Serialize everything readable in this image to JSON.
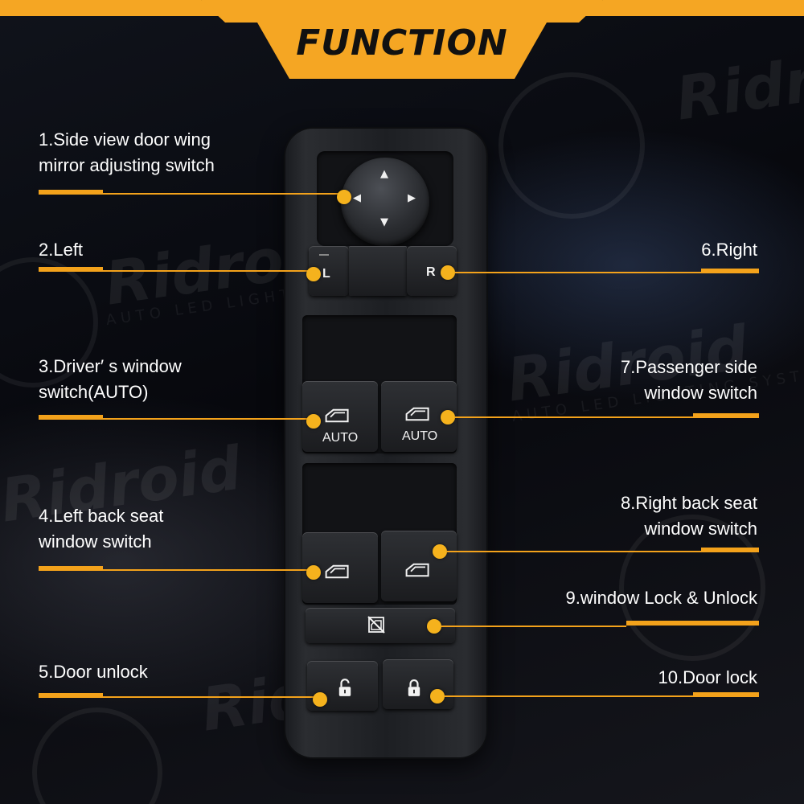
{
  "banner": {
    "title": "FUNCTION",
    "color": "#f5a623"
  },
  "accent": "#f3a21b",
  "callouts": {
    "c1_line1": "1.Side view door wing",
    "c1_line2": "mirror adjusting switch",
    "c2": "2.Left",
    "c3_line1": "3.Driver′ s window",
    "c3_line2": "switch(AUTO)",
    "c4_line1": "4.Left back seat",
    "c4_line2": "window switch",
    "c5": "5.Door unlock",
    "c6": "6.Right",
    "c7_line1": "7.Passenger side",
    "c7_line2": "window switch",
    "c8_line1": "8.Right back seat",
    "c8_line2": "window switch",
    "c9": "9.window Lock & Unlock",
    "c10": "10.Door lock"
  },
  "switch_labels": {
    "left": "L",
    "right": "R",
    "auto_driver": "AUTO",
    "auto_passenger": "AUTO"
  },
  "watermark": {
    "brand": "Ridroid",
    "sub": "AUTO LED LIGHTING SYSTEM"
  },
  "icons": {
    "mirror_arrows": [
      "▲",
      "▼",
      "◀",
      "▶"
    ],
    "window": "window-icon",
    "lock_out": "lockout-icon",
    "unlock": "unlock-icon",
    "lock": "lock-icon"
  }
}
